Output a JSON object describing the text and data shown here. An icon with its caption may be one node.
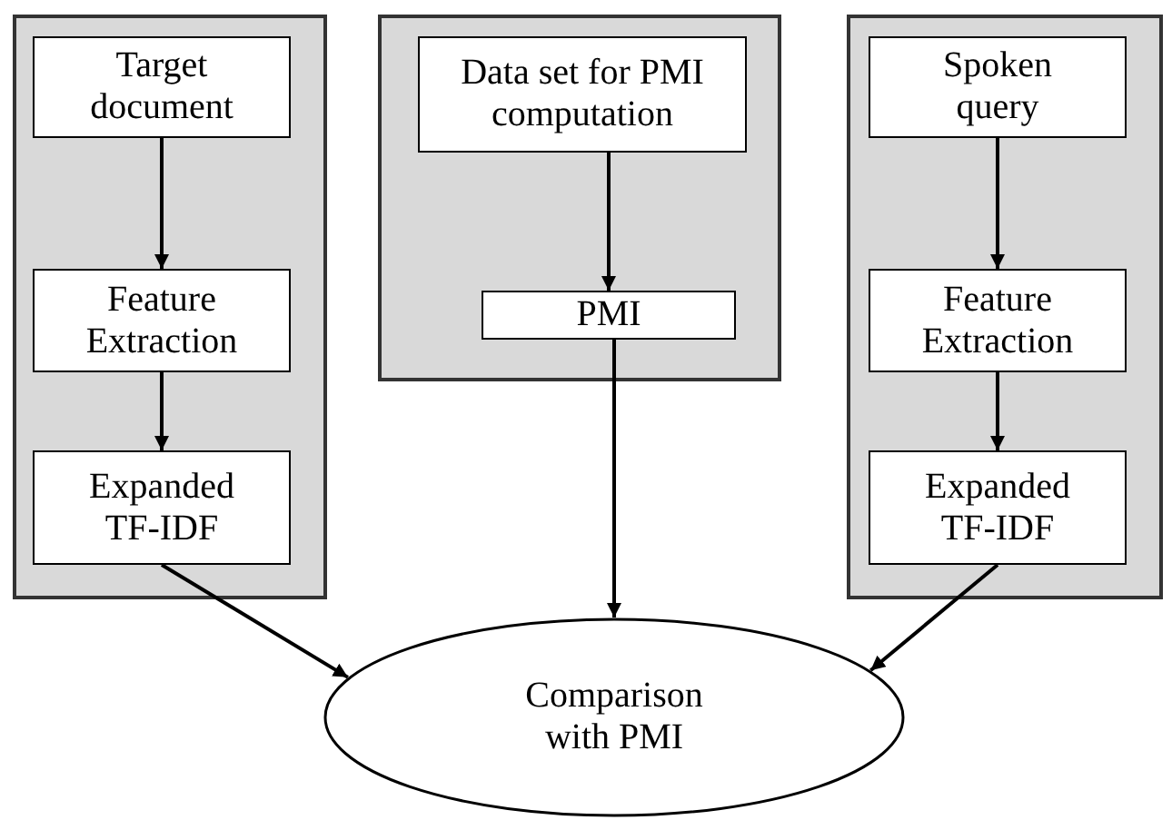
{
  "diagram": {
    "nodes": [
      {
        "text": [],
        "shape": "box"
      },
      {
        "text": [
          "Target document"
        ],
        "in": 0
      },
      {
        "text": [
          "Feature Extraction"
        ],
        "in": 0
      },
      {
        "text": [
          "Expanded TF-IDF"
        ],
        "in": 0
      },
      {
        "text": [],
        "shape": "box"
      },
      {
        "text": [
          "Data set for PMI computation"
        ],
        "in": 4
      },
      {
        "text": [
          "PMI"
        ],
        "in": 4
      },
      {
        "text": [],
        "shape": "box"
      },
      {
        "text": [
          "Spoken query"
        ],
        "in": 7
      },
      {
        "text": [
          "Feature Extraction"
        ],
        "in": 7
      },
      {
        "text": [
          "Expanded TF-IDF"
        ],
        "in": 7
      },
      {
        "text": [
          "Comparison with PMI"
        ]
      }
    ],
    "edges": [
      {
        "from": 1,
        "to": 2,
        "arrow": "to"
      },
      {
        "from": 2,
        "to": 3,
        "arrow": "to"
      },
      {
        "from": 5,
        "to": 6,
        "arrow": "to"
      },
      {
        "from": 8,
        "to": 9,
        "arrow": "to"
      },
      {
        "from": 9,
        "to": 10,
        "arrow": "to"
      },
      {
        "from": 3,
        "to": 11,
        "arrow": "to"
      },
      {
        "from": 6,
        "to": 11,
        "arrow": "to"
      },
      {
        "from": 10,
        "to": 11,
        "arrow": "to"
      }
    ]
  }
}
